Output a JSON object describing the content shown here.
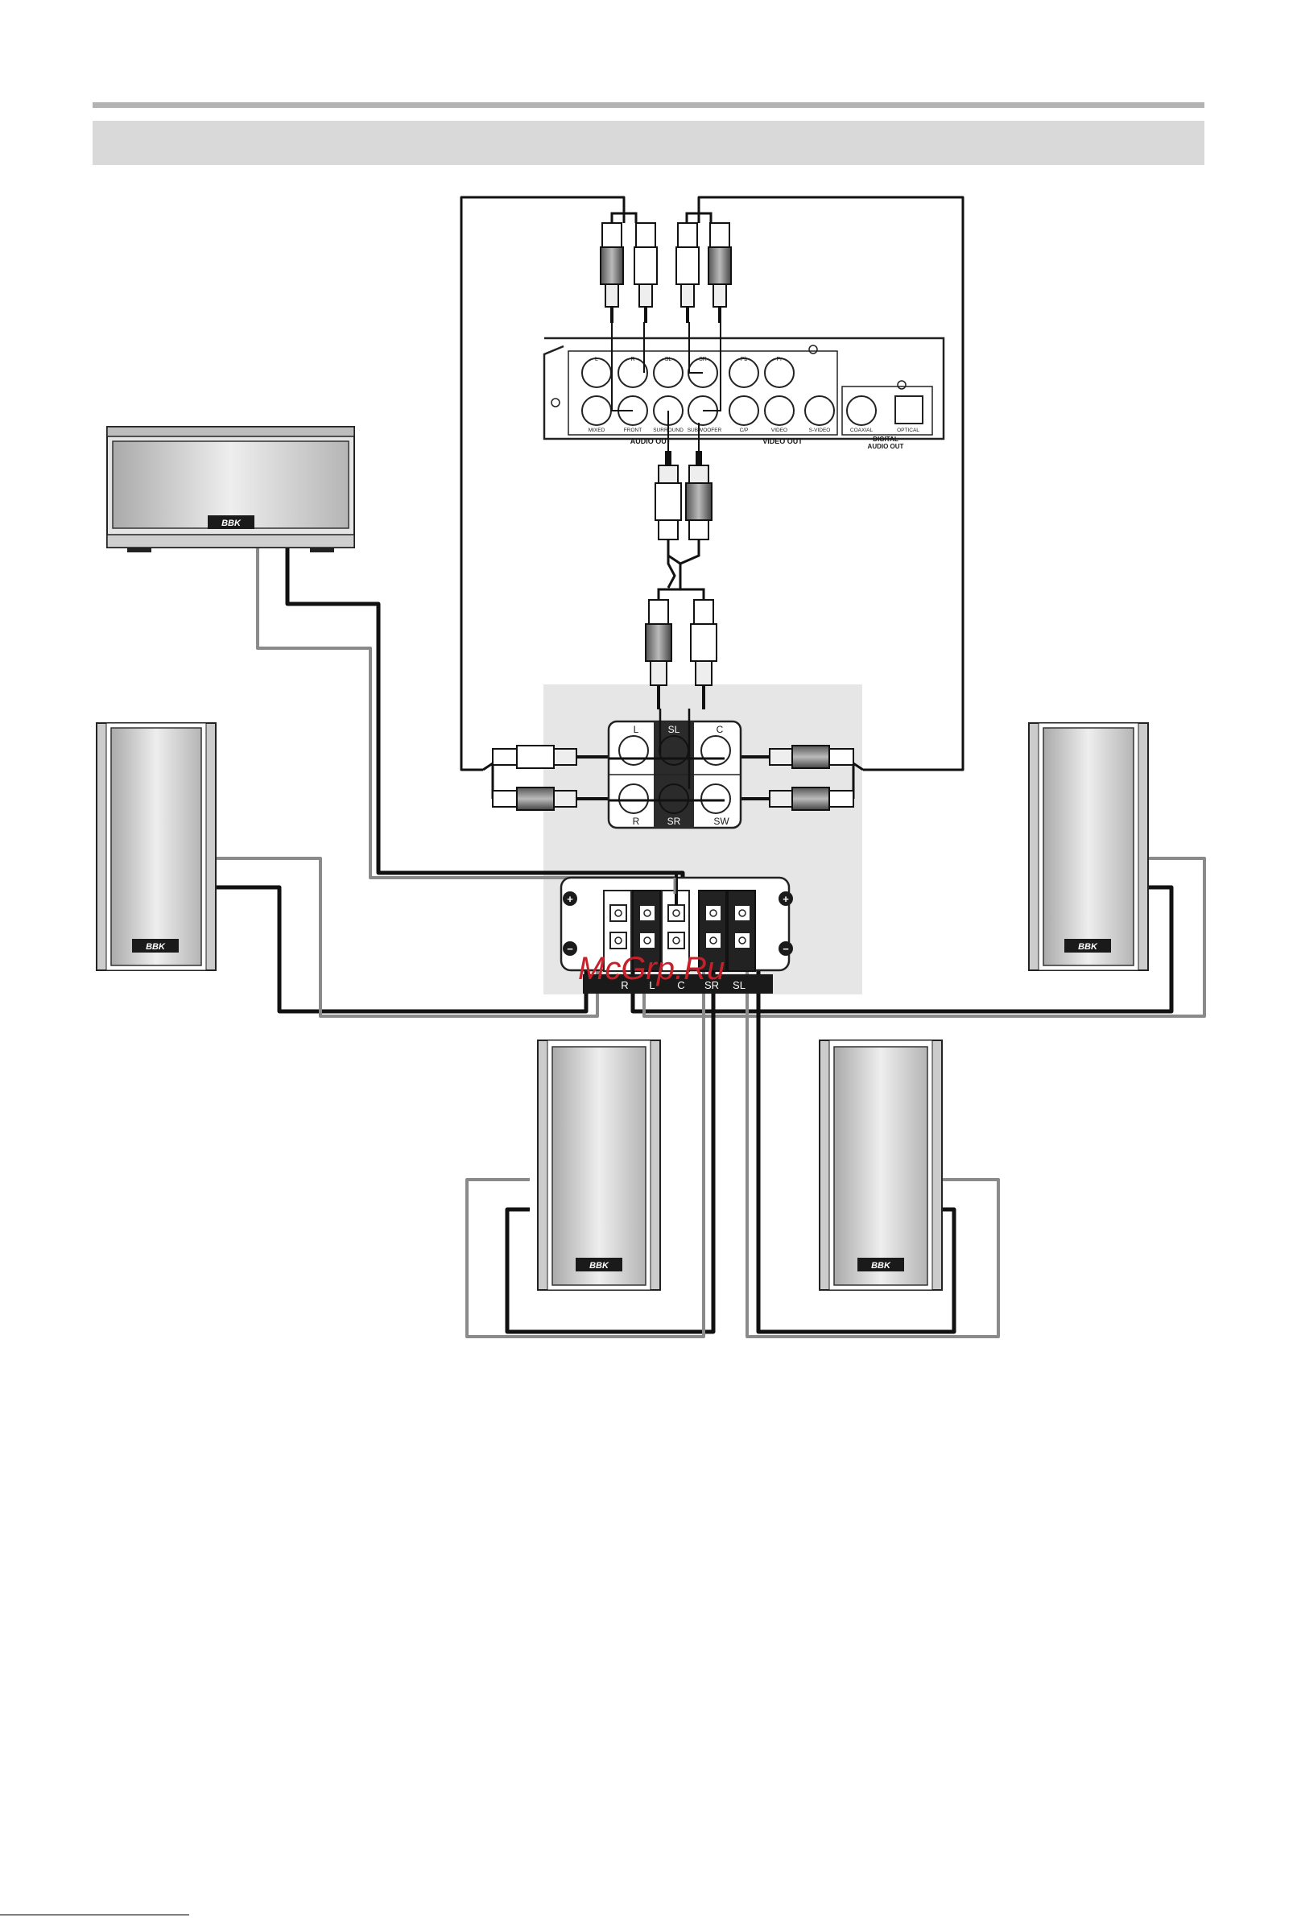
{
  "header": {
    "rule_color": "#b3b3b3",
    "band_color": "#d9d9d9"
  },
  "brand_logo": "BBK",
  "watermark": "McGrp.Ru",
  "dvd_player": {
    "top_jacks": [
      "L",
      "R",
      "SL",
      "SR",
      "Pb",
      "Pr"
    ],
    "bottom_jacks": [
      "MIXED",
      "FRONT",
      "SURROUND",
      "SUBWOOFER",
      "C/P",
      "VIDEO",
      "S-VIDEO",
      "COAXIAL",
      "OPTICAL"
    ],
    "audio_out": "AUDIO OUT",
    "video_out": "VIDEO OUT",
    "digital_audio_out": [
      "DIGITAL",
      "AUDIO OUT"
    ]
  },
  "subwoofer_inputs": [
    "L",
    "SL",
    "C",
    "R",
    "SR",
    "SW"
  ],
  "speaker_terminals": {
    "plus": "+",
    "minus": "−",
    "channels": [
      "R",
      "L",
      "C",
      "SR",
      "SL"
    ]
  },
  "colors": {
    "cable_dark": "#111111",
    "cable_light": "#8a8a8a",
    "panel_bg": "#e6e6e6",
    "speaker_gray": "#c4c4c4"
  }
}
